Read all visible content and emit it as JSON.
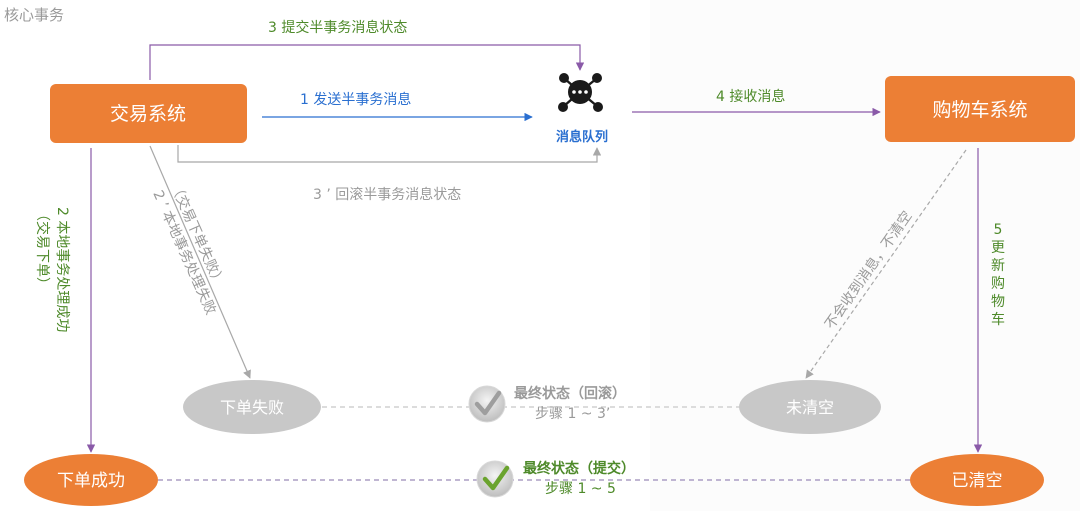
{
  "section_title": "核心事务",
  "nodes": {
    "trade_system": "交易系统",
    "cart_system": "购物车系统",
    "mq_label": "消息队列",
    "order_fail": "下单失败",
    "order_success": "下单成功",
    "not_cleared": "未清空",
    "cleared": "已清空"
  },
  "edges": {
    "step1": "1 发送半事务消息",
    "step3": "3 提交半事务消息状态",
    "step3_rollback": "3 ’  回滚半事务消息状态",
    "step4": "4 接收消息",
    "step2_success": "2 本地事务处理成功",
    "step2_success_sub": "（交易下单）",
    "step2_fail": "2 ’ 本地事务处理失败",
    "step2_fail_sub": "（交易下单失败）",
    "step5": [
      "5",
      "更",
      "新",
      "购",
      "物",
      "车"
    ],
    "no_receive": "不会收到消息，不清空"
  },
  "final_states": {
    "rollback_title": "最终状态（回滚）",
    "rollback_steps": "步骤 1 ~ 3’",
    "commit_title": "最终状态（提交）",
    "commit_steps": "步骤 1 ~ 5"
  },
  "colors": {
    "orange": "#ec7f35",
    "green": "#4e8a2a",
    "blue": "#2a6fd0",
    "purple": "#8a5aa8",
    "gray_node": "#c8c8c8"
  }
}
